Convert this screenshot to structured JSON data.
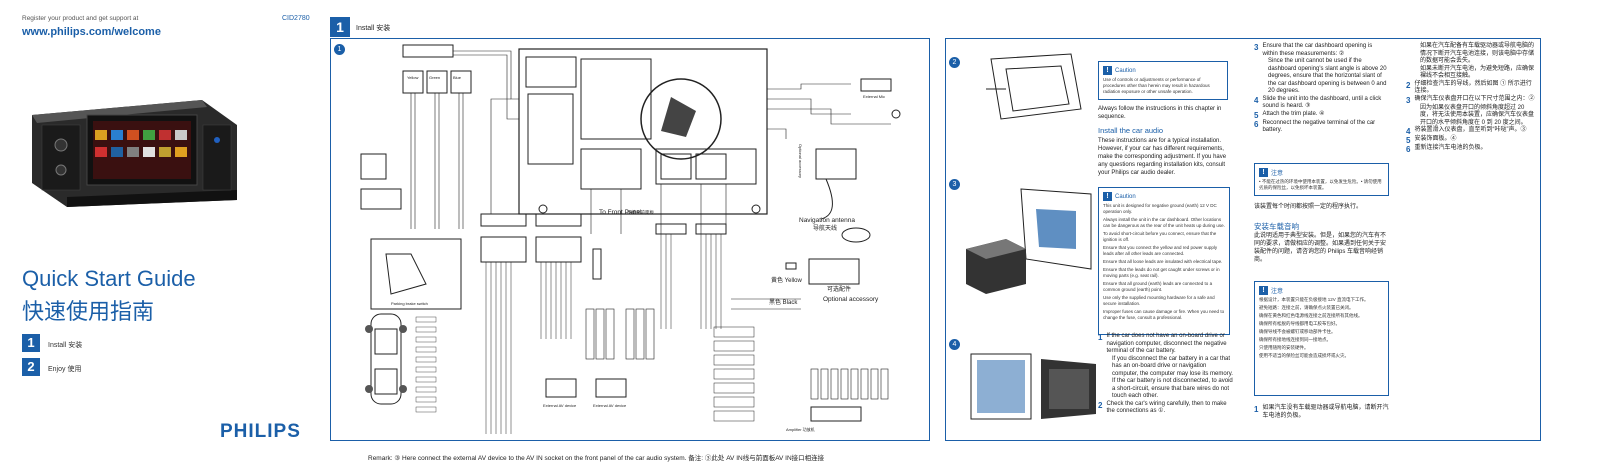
{
  "cover": {
    "register_text": "Register your product and get support at",
    "website": "www.philips.com/welcome",
    "model": "CID2780",
    "title_en": "Quick Start Guide",
    "title_cn": "快速使用指南",
    "nav": [
      {
        "num": "1",
        "label": "Install 安装"
      },
      {
        "num": "2",
        "label": "Enjoy 使用"
      }
    ],
    "brand": "PHILIPS"
  },
  "section": {
    "num": "1",
    "title": "Install 安装"
  },
  "wiring": {
    "step1": "1",
    "labels": {
      "to_front_panel": "To Front Panel",
      "to_front_panel_cn": "连接至前面板",
      "nav_antenna": "Navigation antenna",
      "nav_antenna_cn": "导航天线",
      "yellow": "黄色 Yellow",
      "optional_cn": "可选配件",
      "black": "黑色 Black",
      "optional_accessory": "Optional accessory",
      "optional_accessory_vert": "Optional accessory",
      "parking": "Parking brake switch",
      "external_av1": "External AV device",
      "external_av2": "External AV device",
      "amplifier": "Amplifier 功放机",
      "external_mic": "External Mic"
    },
    "remark": "Remark: ③ Here connect the external AV device to the AV IN socket on the front panel of the car audio system. 备注: ③此处 AV IN线与前面板AV IN接口相连接"
  },
  "instructions": {
    "steps_left": [
      "2",
      "3",
      "4"
    ],
    "caution1": {
      "head": "Caution",
      "text": "Use of controls or adjustments or performance of procedures other than herein may result in hazardous radiation exposure or other unsafe operation."
    },
    "intro": "Always follow the instructions in this chapter in sequence.",
    "install_head": "Install the car audio",
    "install_text": "These instructions are for a typical installation. However, if your car has different requirements, make the corresponding adjustment. If you have any questions regarding installation kits, consult your Philips car audio dealer.",
    "caution2": {
      "head": "Caution",
      "items": [
        "This unit is designed for negative ground (earth) 12 V DC operation only.",
        "Always install the unit in the car dashboard. Other locations can be dangerous as the rear of the unit heats up during use.",
        "To avoid short-circuit before you connect, ensure that the ignition is off.",
        "Ensure that you connect the yellow and red power supply leads after all other leads are connected.",
        "Ensure that all loose leads are insulated with electrical tape.",
        "Ensure that the leads do not get caught under screws or in moving parts (e.g. seat rail).",
        "Ensure that all ground (earth) leads are connected to a common ground (earth) point.",
        "Use only the supplied mounting hardware for a safe and secure installation.",
        "Improper fuses can cause damage or fire. When you need to change the fuse, consult a professional."
      ]
    },
    "steps_mid": [
      {
        "n": "1",
        "text": "If the car does not have an on-board drive or navigation computer, disconnect the negative terminal of the car battery."
      },
      {
        "n": "2",
        "text": "Check the car's wiring carefully, then to make the connections as ①."
      }
    ],
    "bullets_mid": [
      "If you disconnect the car battery in a car that has an on-board drive or navigation computer, the computer may lose its memory.",
      "If the car battery is not disconnected, to avoid a short-circuit, ensure that bare wires do not touch each other."
    ],
    "steps_col2": [
      {
        "n": "3",
        "text": "Ensure that the car dashboard opening is within these measurements: ②"
      },
      {
        "n": "4",
        "text": "Slide the unit into the dashboard, until a click sound is heard. ③"
      },
      {
        "n": "5",
        "text": "Attach the trim plate. ④"
      },
      {
        "n": "6",
        "text": "Reconnect the negative terminal of the car battery."
      }
    ],
    "col2_bullets": [
      "Since the unit cannot be used if the dashboard opening's slant angle is above 20 degrees, ensure that the horizontal slant of the car dashboard opening is between 0 and 20 degrees."
    ],
    "notice_cn": {
      "head": "注意",
      "text": "• 不能在过热的环境中使用本装置，以免发生危险。• 请勿使用劣质的保险丝，以免损坏本装置。"
    },
    "cn_intro": "该装置每个时间都按照一定的程序执行。",
    "cn_install_head": "安装车载音响",
    "cn_install_text": "此说明适用于典型安装。但是，如果您的汽车有不同的要求，请做相应的调整。如果遇到任何关于安装配件的问题，请咨询您的 Philips 车载音响经销商。",
    "cn_caution": {
      "head": "注意",
      "items": [
        "根据设计，本装置只能在负极接地 12V 直流电下工作。",
        "避免短路：连接之前，请确保点火装置已关闭。",
        "确保在黄色和红色电源线连接之前连接所有其他线。",
        "确保所有松脱的导线都用电工胶布包好。",
        "确保导线不会被螺钉或移动部件卡住。",
        "确保所有接地线连接到同一接地点。",
        "只使用随附的安装硬件。",
        "使用不适当的保险丝可能会造成损坏或火灾。"
      ]
    },
    "cn_step1": {
      "n": "1",
      "text": "如果汽车没有车载驱动器或导航电脑，请断开汽车电池的负极。"
    },
    "cn_col4": [
      {
        "n": "2",
        "text": "仔细检查汽车的导线，然后如图 ① 所示进行连接。"
      },
      {
        "n": "3",
        "text": "确保汽车仪表盘开口在以下尺寸范围之内：②"
      },
      {
        "n": "4",
        "text": "将装置滑入仪表盘，直至听到“咔哒”声。③"
      },
      {
        "n": "5",
        "text": "安装饰面板。④"
      },
      {
        "n": "6",
        "text": "重新连接汽车电池的负极。"
      }
    ],
    "cn_col4_bullets": [
      "如果在汽车配备有车载驱动器或导航电脑的情况下断开汽车电池连接，则该电脑中存储的数据可能会丢失。",
      "如果未断开汽车电池，为避免短路，应确保裸线不会相互接触。"
    ],
    "cn_col4_sub": "因为如果仪表盘开口的倾斜角度超过 20 度，将无法使用本装置，应确保汽车仪表盘开口的水平倾斜角度在 0 到 20 度之间。"
  }
}
